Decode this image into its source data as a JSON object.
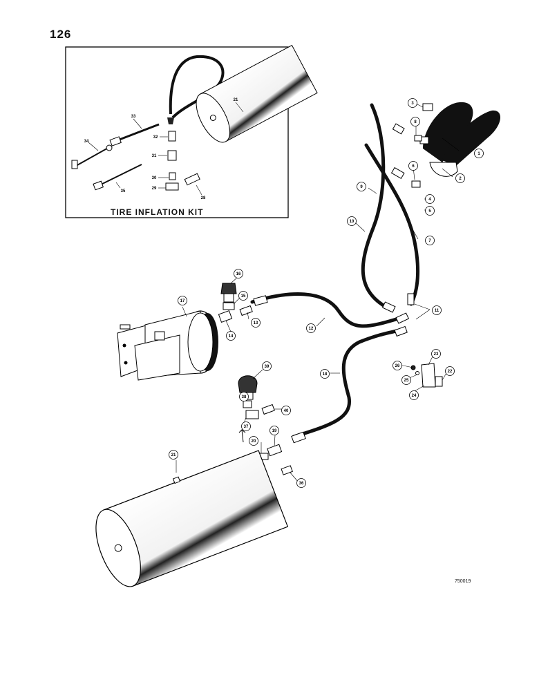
{
  "page_number": "126",
  "figure_code": "750019",
  "inset": {
    "title": "TIRE INFLATION KIT"
  },
  "callouts": {
    "c1": "1",
    "c2": "2",
    "c3": "3",
    "c4": "4",
    "c5": "5",
    "c6": "6",
    "c7": "7",
    "c8": "8",
    "c9": "9",
    "c10": "10",
    "c11": "11",
    "c12": "12",
    "c13": "13",
    "c14": "14",
    "c15": "15",
    "c16": "16",
    "c17": "17",
    "c18": "18",
    "c19": "19",
    "c20": "20",
    "c21a": "21",
    "c21b": "21",
    "c22": "22",
    "c23": "23",
    "c24": "24",
    "c25": "25",
    "c26": "26",
    "c28": "28",
    "c29": "29",
    "c30": "30",
    "c31": "31",
    "c32": "32",
    "c33": "33",
    "c34": "34",
    "c35": "35",
    "c36": "36",
    "c37": "37",
    "c38": "38",
    "c39": "39",
    "c40": "40"
  }
}
